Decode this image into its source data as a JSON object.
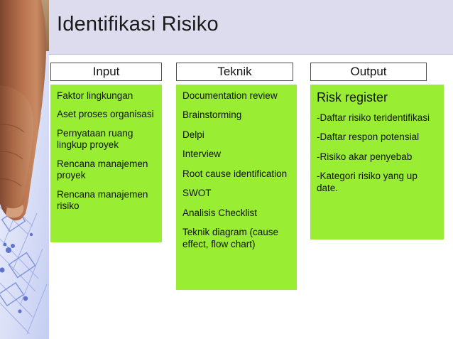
{
  "slide": {
    "title": "Identifikasi Risiko",
    "background_color": "#ffffff",
    "band_color": "#dcdcee",
    "accent_green": "#99ee33"
  },
  "photo": {
    "alt_name": "hand-pointing-at-blueprint-photo"
  },
  "columns": [
    {
      "header": "Input",
      "items": [
        "Faktor lingkungan",
        "Aset proses organisasi",
        "Pernyataan ruang lingkup proyek",
        "Rencana manajemen proyek",
        "Rencana manajemen risiko"
      ]
    },
    {
      "header": "Teknik",
      "items": [
        "Documentation review",
        "Brainstorming",
        "Delpi",
        "Interview",
        "Root cause identification",
        "SWOT",
        "Analisis Checklist",
        "Teknik diagram (cause effect, flow chart)"
      ]
    },
    {
      "header": "Output",
      "heading": "Risk register",
      "items": [
        "-Daftar risiko teridentifikasi",
        "-Daftar respon potensial",
        "-Risiko akar penyebab",
        "-Kategori risiko yang up date."
      ]
    }
  ]
}
